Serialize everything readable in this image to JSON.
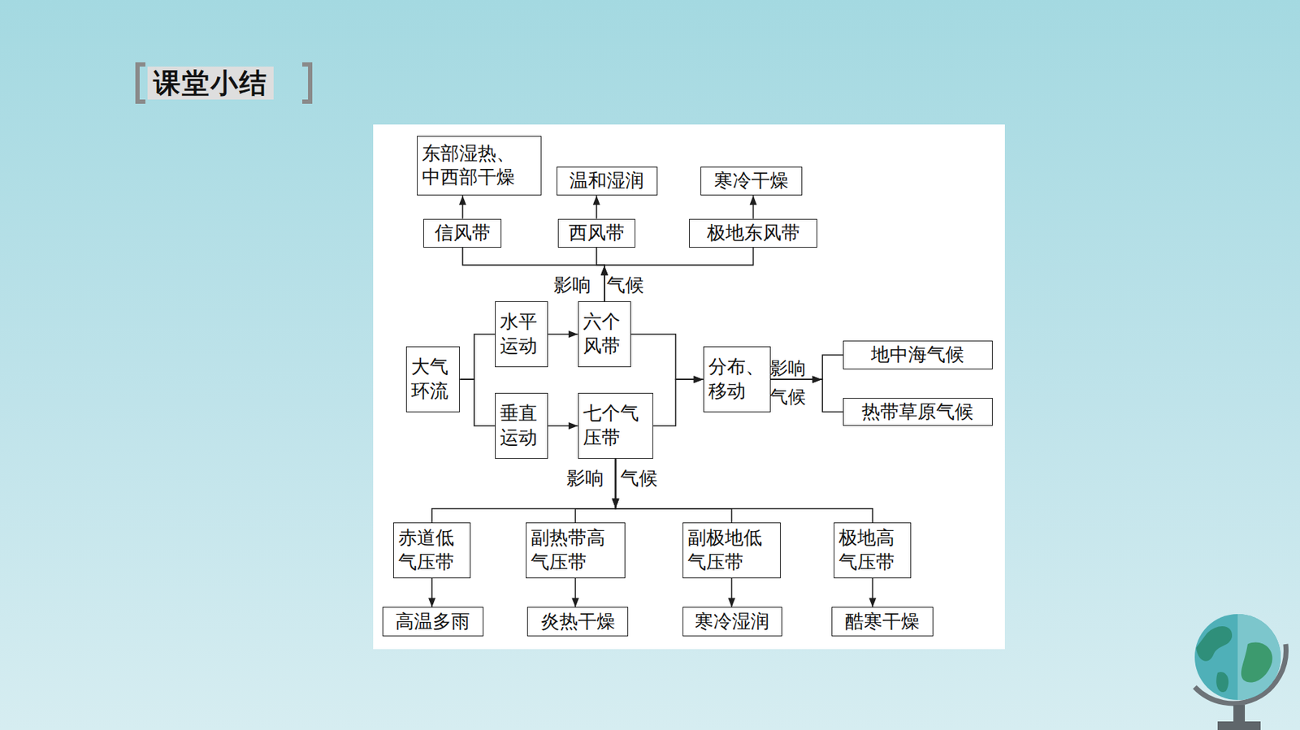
{
  "diagram": {
    "title": "课堂小结",
    "nodes": [
      {
        "text": [
          "东部湿热、 中西部干燥"
        ]
      },
      {
        "text": [
          "温和湿润"
        ]
      },
      {
        "text": [
          "寒冷干燥"
        ]
      },
      {
        "text": [
          "信风带"
        ]
      },
      {
        "text": [
          "西风带"
        ]
      },
      {
        "text": [
          "极地东风带"
        ]
      },
      {
        "text": [
          "大气 环流"
        ]
      },
      {
        "text": [
          "水平 运动"
        ]
      },
      {
        "text": [
          "六个 风带"
        ]
      },
      {
        "text": [
          "垂直 运动"
        ]
      },
      {
        "text": [
          "七个气 压带"
        ]
      },
      {
        "text": [
          "分布、 移动"
        ]
      },
      {
        "text": [
          "地中海气候"
        ]
      },
      {
        "text": [
          "热带草原气候"
        ]
      },
      {
        "text": [
          "赤道低 气压带"
        ]
      },
      {
        "text": [
          "副热带高 气压带"
        ]
      },
      {
        "text": [
          "副极地低 气压带"
        ]
      },
      {
        "text": [
          "极地高 气压带"
        ]
      },
      {
        "text": [
          "高温多雨"
        ]
      },
      {
        "text": [
          "炎热干燥"
        ]
      },
      {
        "text": [
          "寒冷湿润"
        ]
      },
      {
        "text": [
          "酷寒干燥"
        ]
      }
    ],
    "edges": [
      {
        "from": 6,
        "to": 7,
        "arrow": "none"
      },
      {
        "from": 6,
        "to": 9,
        "arrow": "none"
      },
      {
        "from": 7,
        "to": 8,
        "arrow": "to"
      },
      {
        "from": 9,
        "to": 10,
        "arrow": "to"
      },
      {
        "from": 8,
        "to": 3,
        "arrow": "to"
      },
      {
        "from": 8,
        "to": 4,
        "arrow": "to"
      },
      {
        "from": 8,
        "to": 5,
        "arrow": "to"
      },
      {
        "from": 3,
        "to": 0,
        "arrow": "to"
      },
      {
        "from": 4,
        "to": 1,
        "arrow": "to"
      },
      {
        "from": 5,
        "to": 2,
        "arrow": "to"
      },
      {
        "from": 8,
        "to": 11,
        "arrow": "to"
      },
      {
        "from": 10,
        "to": 11,
        "arrow": "to"
      },
      {
        "from": 11,
        "to": 12,
        "arrow": "to"
      },
      {
        "from": 11,
        "to": 13,
        "arrow": "to"
      },
      {
        "from": 10,
        "to": 14,
        "arrow": "to"
      },
      {
        "from": 10,
        "to": 15,
        "arrow": "to"
      },
      {
        "from": 10,
        "to": 16,
        "arrow": "to"
      },
      {
        "from": 10,
        "to": 17,
        "arrow": "to"
      },
      {
        "from": 14,
        "to": 18,
        "arrow": "to"
      },
      {
        "from": 15,
        "to": 19,
        "arrow": "to"
      },
      {
        "from": 16,
        "to": 20,
        "arrow": "to"
      },
      {
        "from": 17,
        "to": 21,
        "arrow": "to"
      }
    ],
    "labels": [
      "影响",
      "气候",
      "影响",
      "气候",
      "影响",
      "气候"
    ]
  }
}
